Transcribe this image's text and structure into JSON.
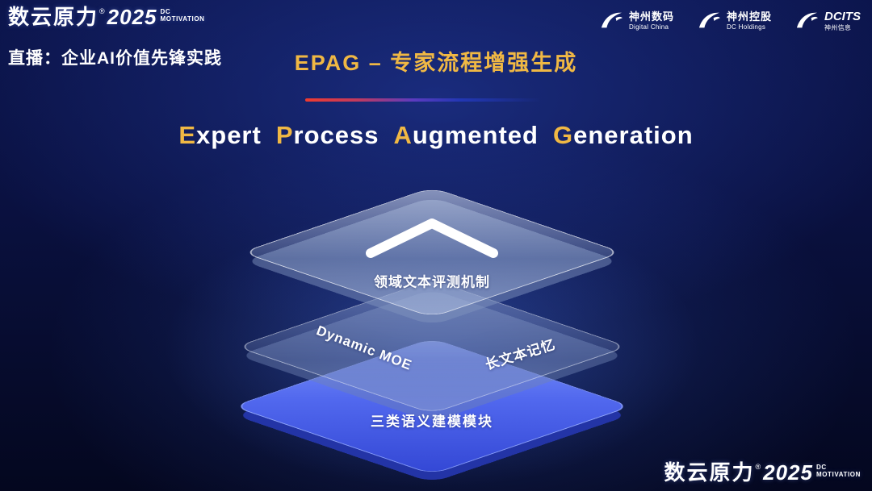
{
  "brand": {
    "name": "数云原力",
    "reg": "®",
    "year": "2025",
    "dc": "DC",
    "motivation": "MOTIVATION"
  },
  "header": {
    "live_label": "直播：企业AI价值先锋实践"
  },
  "partners": [
    {
      "name": "神州数码",
      "sub": "Digital China"
    },
    {
      "name": "神州控股",
      "sub": "DC Holdings"
    },
    {
      "name": "DCITS",
      "sub": "神州信息"
    }
  ],
  "title": {
    "main": "EPAG – 专家流程增强生成"
  },
  "subtitle": {
    "w1i": "E",
    "w1r": "xpert",
    "w2i": "P",
    "w2r": "rocess",
    "w3i": "A",
    "w3r": "ugmented",
    "w4i": "G",
    "w4r": "eneration"
  },
  "diagram": {
    "top_label": "领域文本评测机制",
    "mid_left_label": "Dynamic MOE",
    "mid_right_label": "长文本记忆",
    "bottom_label": "三类语义建模模块"
  },
  "colors": {
    "gold": "#f0b844",
    "layer_blue": "#5168ee",
    "accent_red": "#ef3b2f"
  }
}
